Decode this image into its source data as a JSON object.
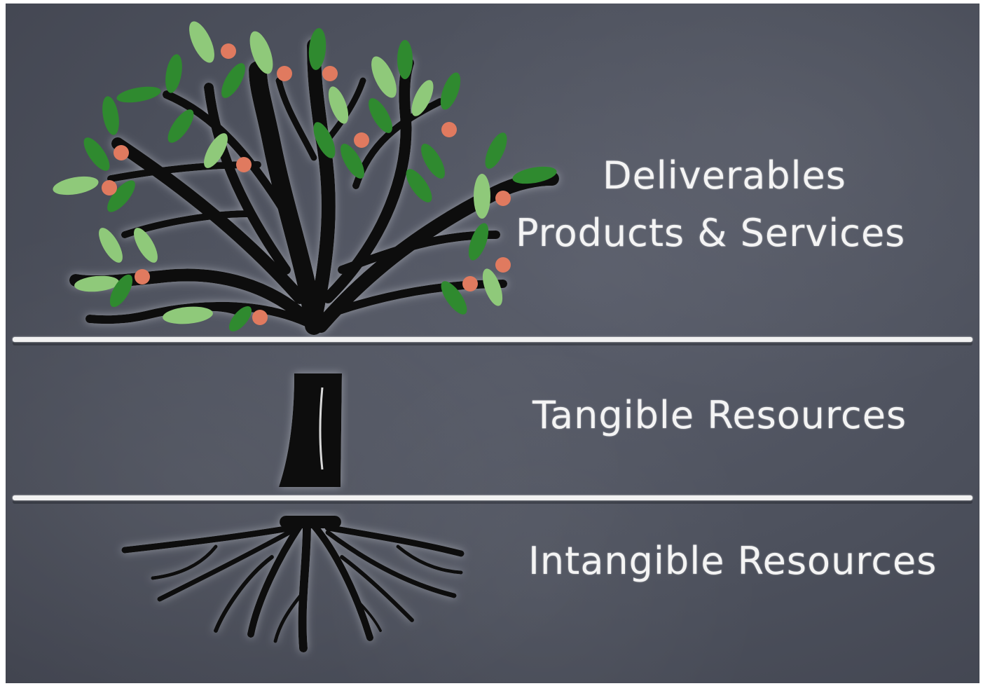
{
  "sections": {
    "top": {
      "line1": "Deliverables",
      "line2": "Products & Services"
    },
    "middle": {
      "label": "Tangible Resources"
    },
    "bottom": {
      "label": "Intangible Resources"
    }
  },
  "colors": {
    "board": "#4c505c",
    "chalk": "#f2f2f2",
    "tree": "#0a0a0a",
    "leaf_light": "#8fc97a",
    "leaf_dark": "#2f8a2f",
    "fruit": "#e07a5f"
  }
}
